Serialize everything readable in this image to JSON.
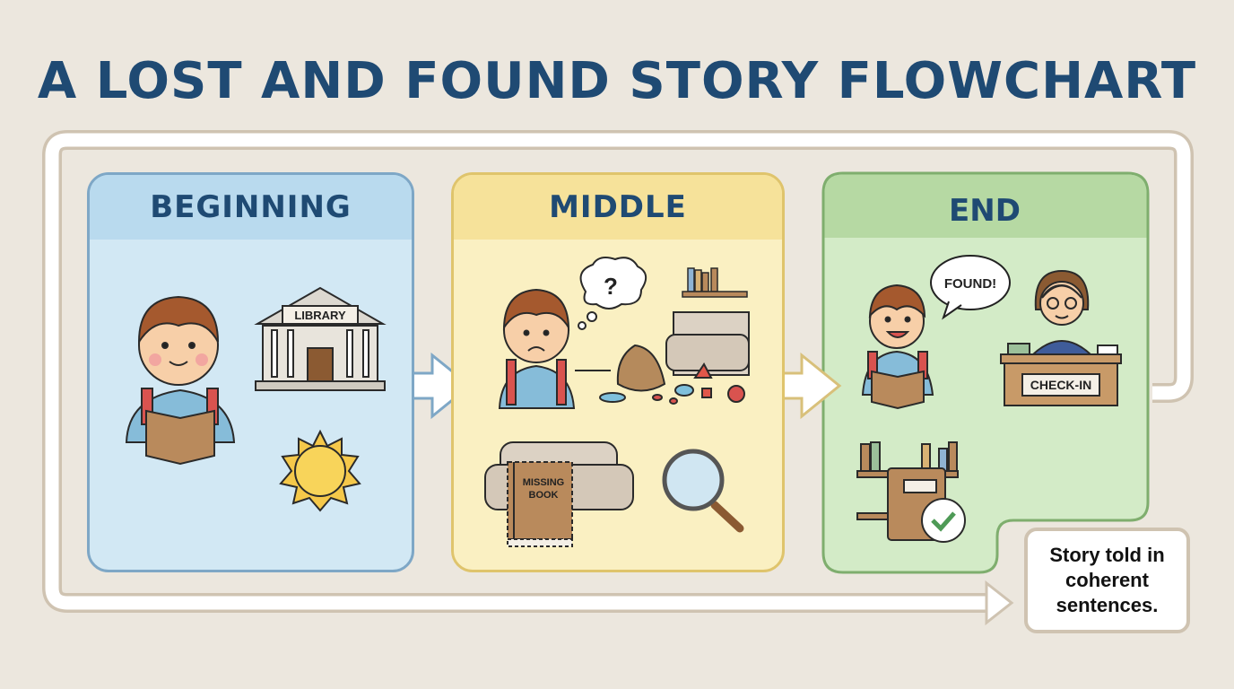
{
  "title": "A LOST AND FOUND STORY FLOWCHART",
  "panels": [
    {
      "label": "BEGINNING",
      "color": "#d2e8f4",
      "labels": {
        "library": "LIBRARY"
      }
    },
    {
      "label": "MIDDLE",
      "color": "#faf0c2",
      "labels": {
        "thought": "?",
        "missing_book": [
          "MISSING",
          "BOOK"
        ]
      }
    },
    {
      "label": "END",
      "color": "#d3ebc7",
      "labels": {
        "speech": "FOUND!",
        "desk_sign": "CHECK-IN"
      }
    }
  ],
  "result_box": "Story told in coherent sentences.",
  "colors": {
    "title": "#1f4a73",
    "background": "#ece7de",
    "flow_border": "#cfc3b1"
  }
}
